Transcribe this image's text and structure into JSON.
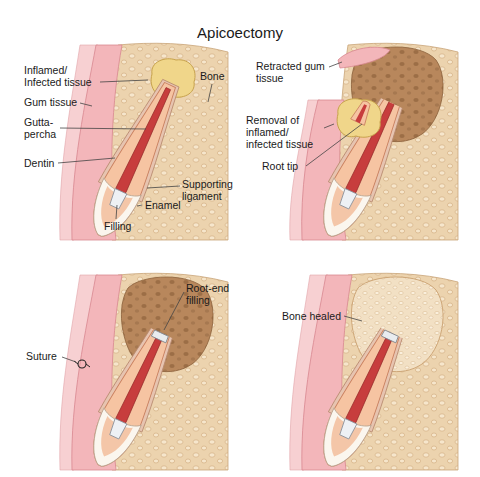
{
  "diagram": {
    "title": "Apicoectomy",
    "labels": [
      "Inflamed/ Infected tissue",
      "Bone",
      "Gum tissue",
      "Gutta-percha",
      "Dentin",
      "Supporting ligament",
      "Enamel",
      "Filling",
      "Retracted gum tissue",
      "Removal of inflamed/ infected tissue",
      "Root tip",
      "Suture",
      "Root-end filling",
      "Bone healed"
    ]
  }
}
